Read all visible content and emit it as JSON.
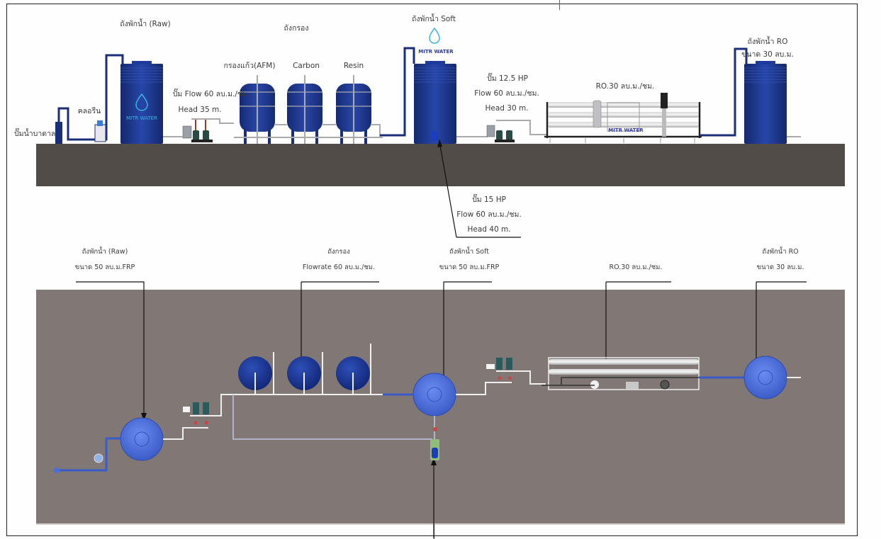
{
  "elevation_view": {
    "raw_tank": {
      "label": "ถังพักน้ำ (Raw)",
      "logo": "MITR WATER"
    },
    "well_pump": {
      "label": "ปั๊มน้ำบาดาล"
    },
    "chlorine": {
      "label": "คลอรีน"
    },
    "feed_pump": {
      "line1": "ปั๊ม Flow 60 ลบ.ม./ชม.",
      "line2": "Head 35 m."
    },
    "filter_group": {
      "label": "ถังกรอง"
    },
    "filters": [
      {
        "label": "กรองแก้ว(AFM)"
      },
      {
        "label": "Carbon"
      },
      {
        "label": "Resin"
      }
    ],
    "soft_tank": {
      "label": "ถังพักน้ำ Soft",
      "logo": "MITR WATER"
    },
    "ro_pump": {
      "line1": "ปั๊ม 12.5 HP",
      "line2": "Flow 60 ลบ.ม./ชม.",
      "line3": "Head 30 m."
    },
    "ro_unit": {
      "label": "RO.30 ลบ.ม./ชม.",
      "logo": "MITR WATER"
    },
    "ro_tank": {
      "line1": "ถังพักน้ำ RO",
      "line2": "ขนาด 30 ลบ.ม."
    },
    "transfer_pump": {
      "line1": "ปั๊ม 15 HP",
      "line2": "Flow 60 ลบ.ม./ชม.",
      "line3": "Head 40 m."
    }
  },
  "plan_view": {
    "raw_tank": {
      "line1": "ถังพักน้ำ (Raw)",
      "line2": "ขนาด 50 ลบ.ม.FRP"
    },
    "filters": {
      "line1": "ถังกรอง",
      "line2": "Flowrate 60 ลบ.ม./ชม."
    },
    "soft_tank": {
      "line1": "ถังพักน้ำ Soft",
      "line2": "ขนาด 50 ลบ.ม.FRP"
    },
    "ro_unit": {
      "line1": "RO.30 ลบ.ม./ชม."
    },
    "ro_tank": {
      "line1": "ถังพักน้ำ RO",
      "line2": "ขนาด 30 ลบ.ม."
    }
  },
  "colors": {
    "tank_blue": "#1d3a8f",
    "plan_tank_blue": "#4a6fd8",
    "ground": "#524c48",
    "plan_floor": "#817775",
    "pipe_grey": "#b8b8b8",
    "pipe_navy": "#1a2f7a",
    "logo_cyan": "#38b6e0"
  }
}
